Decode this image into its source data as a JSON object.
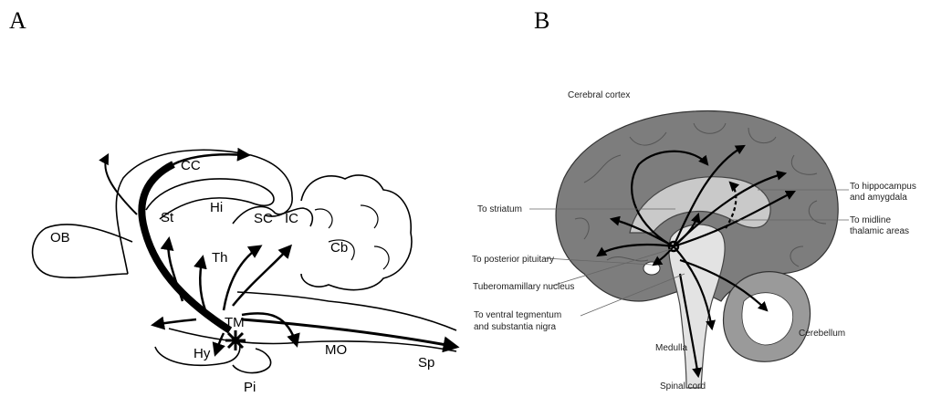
{
  "panels": {
    "a": {
      "letter": "A",
      "labels": {
        "cc": "CC",
        "ob": "OB",
        "st": "St",
        "hi": "Hi",
        "sc": "SC",
        "ic": "IC",
        "th": "Th",
        "cb": "Cb",
        "tm": "TM",
        "hy": "Hy",
        "mo": "MO",
        "sp": "Sp",
        "pi": "Pi"
      }
    },
    "b": {
      "letter": "B",
      "labels": {
        "cerebral_cortex": "Cerebral cortex",
        "to_hippocampus_1": "To hippocampus",
        "to_hippocampus_2": "and amygdala",
        "to_striatum": "To striatum",
        "to_midline_1": "To midline",
        "to_midline_2": "thalamic areas",
        "to_posterior_pituitary": "To posterior pituitary",
        "tuberomamillary_nucleus": "Tuberomamillary nucleus",
        "to_ventral_1": "To ventral tegmentum",
        "to_ventral_2": "and substantia nigra",
        "medulla": "Medulla",
        "cerebellum": "Cerebellum",
        "spinal_cord": "Spinal cord"
      }
    }
  }
}
